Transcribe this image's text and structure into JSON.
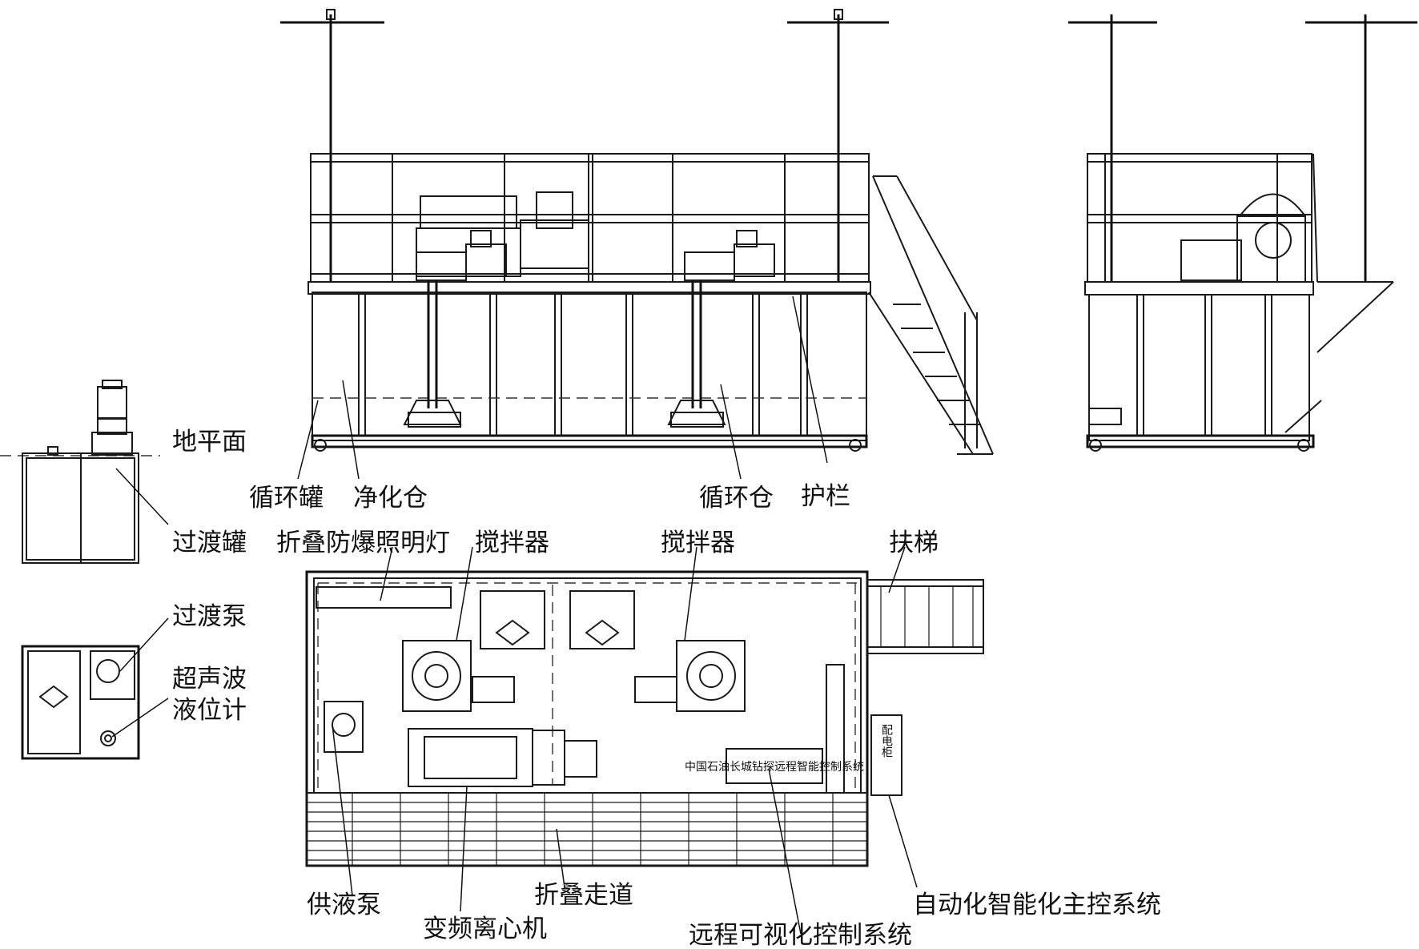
{
  "labels": {
    "ground": "地平面",
    "circulation_tank": "循环罐",
    "purification_chamber": "净化仓",
    "circulation_chamber": "循环仓",
    "guardrail": "护栏",
    "transition_tank": "过渡罐",
    "folding_lamp": "折叠防爆照明灯",
    "agitator_left": "搅拌器",
    "agitator_right": "搅拌器",
    "ladder": "扶梯",
    "transition_pump": "过渡泵",
    "ultrasonic_line1": "超声波",
    "ultrasonic_line2": "液位计",
    "supply_pump": "供液泵",
    "folding_walkway": "折叠走道",
    "centrifuge": "变频离心机",
    "remote_control": "远程可视化控制系统",
    "main_control": "自动化智能化主控系统",
    "distribution_cabinet": "配电柜",
    "panel_text": "中国石油长城钻探远程智能控制系统"
  }
}
